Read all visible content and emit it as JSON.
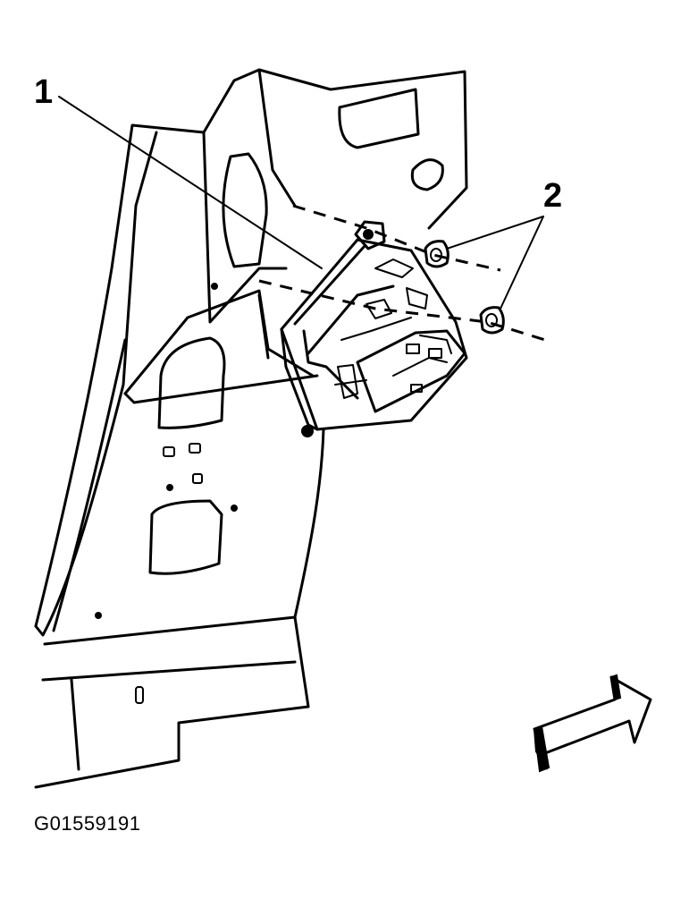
{
  "callouts": {
    "one": "1",
    "two": "2"
  },
  "figure_code": "G01559191",
  "colors": {
    "ink": "#000000",
    "background": "#ffffff"
  }
}
